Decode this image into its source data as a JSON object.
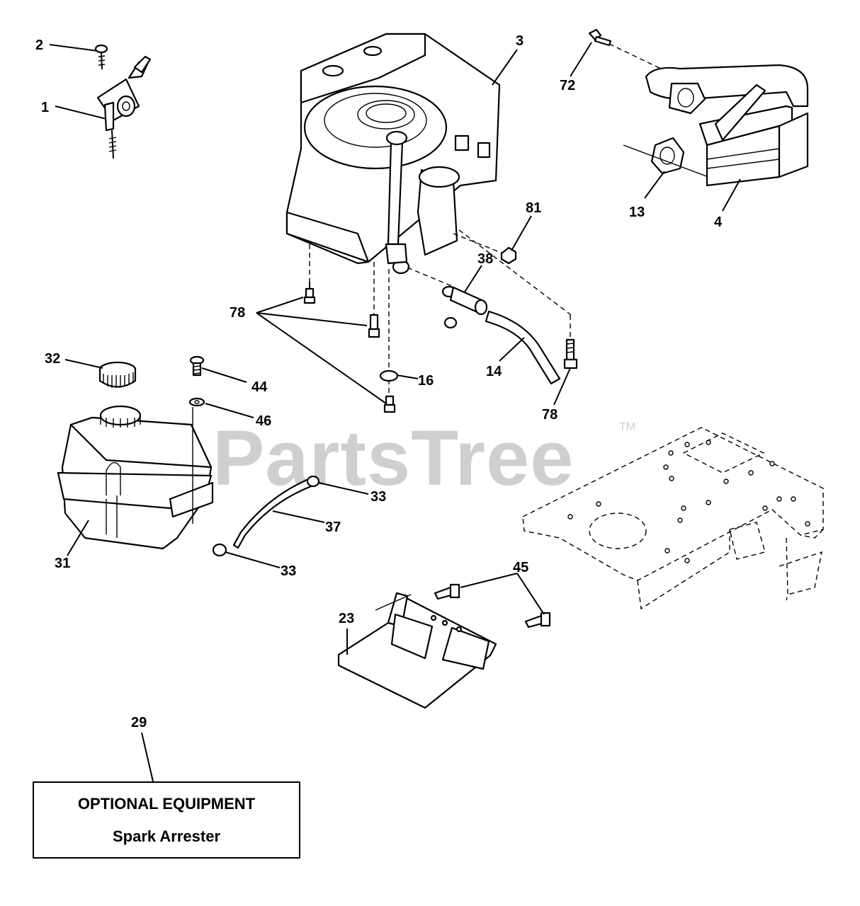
{
  "watermark": {
    "text": "PartsTree",
    "trademark": "TM"
  },
  "callouts": {
    "c1": "1",
    "c2": "2",
    "c3": "3",
    "c4": "4",
    "c13": "13",
    "c14": "14",
    "c16": "16",
    "c23": "23",
    "c29": "29",
    "c31": "31",
    "c32": "32",
    "c33a": "33",
    "c33b": "33",
    "c37": "37",
    "c38": "38",
    "c44": "44",
    "c45": "45",
    "c46": "46",
    "c72": "72",
    "c78a": "78",
    "c78b": "78",
    "c81": "81"
  },
  "optional_box": {
    "title": "OPTIONAL EQUIPMENT",
    "subtitle": "Spark Arrester"
  }
}
